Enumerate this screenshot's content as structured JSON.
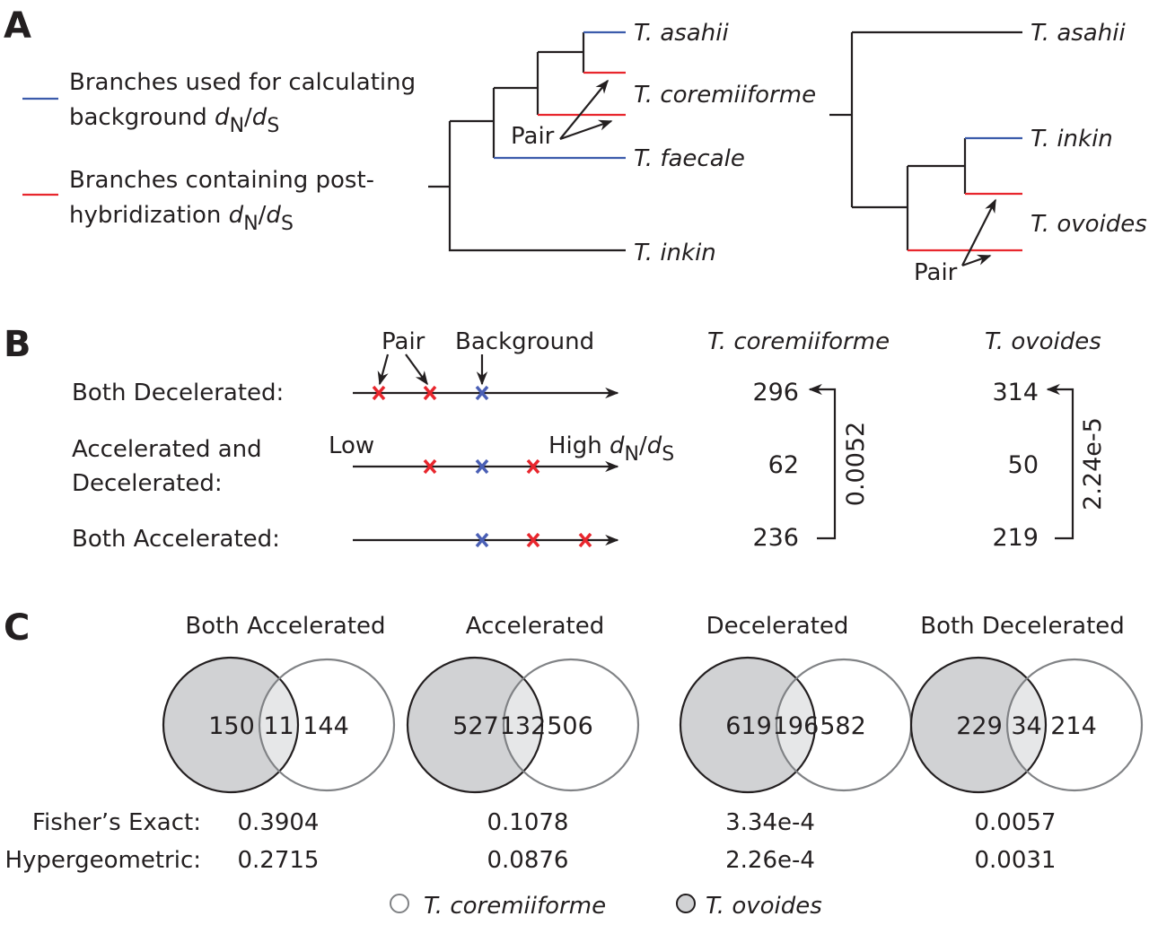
{
  "panels": {
    "a": "A",
    "b": "B",
    "c": "C"
  },
  "colors": {
    "background_branch": "#3b5bab",
    "post_hybridization_branch": "#e8262d",
    "ovoides_fill": "#d1d2d4",
    "overlap_fill": "#e6e7e8"
  },
  "panel_a": {
    "legend": [
      {
        "line1": "Branches used for calculating",
        "line2_prefix": "background ",
        "color_key": "background_branch"
      },
      {
        "line1": "Branches containing post-",
        "line2_prefix": "hybridization ",
        "color_key": "post_hybridization_branch"
      }
    ],
    "ratio": {
      "d": "d",
      "n": "N",
      "slash": "/",
      "s": "S"
    },
    "tree1": {
      "taxa": [
        "T. asahii",
        "T. coremiiforme",
        "T. faecale",
        "T. inkin"
      ],
      "pair_label": "Pair"
    },
    "tree2": {
      "taxa": [
        "T. asahii",
        "T. inkin",
        "T. ovoides"
      ],
      "pair_label": "Pair"
    }
  },
  "panel_b": {
    "rows": [
      {
        "label_lines": [
          "Both Decelerated:"
        ]
      },
      {
        "label_lines": [
          "Accelerated and",
          "Decelerated:"
        ]
      },
      {
        "label_lines": [
          "Both Accelerated:"
        ]
      }
    ],
    "annot_pair": "Pair",
    "annot_background": "Background",
    "axis_low": "Low",
    "axis_high": "High ",
    "species": [
      {
        "name": "T. coremiiforme",
        "counts": [
          "296",
          "62",
          "236"
        ],
        "p_value": "0.0052"
      },
      {
        "name": "T. ovoides",
        "counts": [
          "314",
          "50",
          "219"
        ],
        "p_value": "2.24e-5"
      }
    ]
  },
  "panel_c": {
    "row_labels": {
      "fisher": "Fisher’s Exact:",
      "hyper": "Hypergeometric:"
    },
    "venns": [
      {
        "title": "Both Accelerated",
        "ovoides_only": "150",
        "overlap": "11",
        "coremiiforme_only": "144",
        "fisher": "0.3904",
        "hyper": "0.2715"
      },
      {
        "title": "Accelerated",
        "ovoides_only": "527",
        "overlap": "132",
        "coremiiforme_only": "506",
        "fisher": "0.1078",
        "hyper": "0.0876"
      },
      {
        "title": "Decelerated",
        "ovoides_only": "619",
        "overlap": "196",
        "coremiiforme_only": "582",
        "fisher": "3.34e-4",
        "hyper": "2.26e-4"
      },
      {
        "title": "Both Decelerated",
        "ovoides_only": "229",
        "overlap": "34",
        "coremiiforme_only": "214",
        "fisher": "0.0057",
        "hyper": "0.0031"
      }
    ],
    "legend": [
      {
        "label": "T. coremiiforme",
        "swatch": "open-circle"
      },
      {
        "label": "T. ovoides",
        "swatch": "filled-circle"
      }
    ]
  }
}
